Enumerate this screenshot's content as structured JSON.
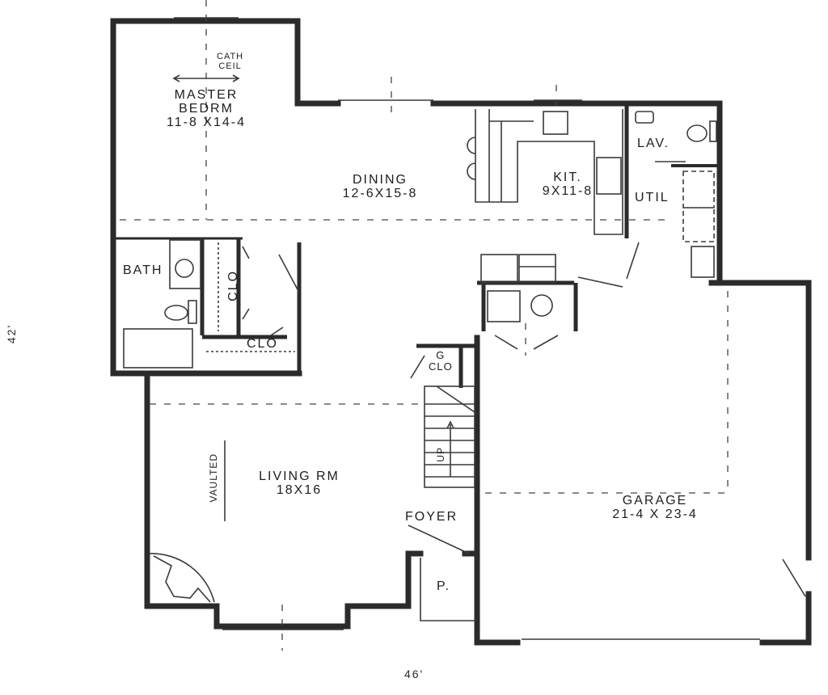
{
  "plan": {
    "colors": {
      "wall": "#2b2b2b",
      "line": "#3a3a3a",
      "background": "#ffffff"
    },
    "dimensions": {
      "overall_width": "46'",
      "overall_depth": "42'"
    },
    "rooms": {
      "master_bedroom": {
        "name_line1": "MASTER",
        "name_line2": "BEDRM",
        "size": "11-8 X14-4",
        "note_line1": "CATH",
        "note_line2": "CEIL"
      },
      "dining": {
        "name": "DINING",
        "size": "12-6X15-8"
      },
      "kitchen": {
        "name": "KIT.",
        "size": "9X11-8"
      },
      "lav": {
        "name": "LAV."
      },
      "util": {
        "name": "UTIL"
      },
      "bath": {
        "name": "BATH"
      },
      "closet_1": {
        "name": "CLO"
      },
      "closet_2": {
        "name": "CLO"
      },
      "guest_closet": {
        "name_line1": "G",
        "name_line2": "CLO"
      },
      "living_room": {
        "name": "LIVING RM",
        "size": "18X16",
        "note": "VAULTED"
      },
      "stairs": {
        "label": "UP"
      },
      "foyer": {
        "name": "FOYER"
      },
      "porch": {
        "name": "P."
      },
      "garage": {
        "name": "GARAGE",
        "size": "21-4 X 23-4"
      }
    }
  }
}
